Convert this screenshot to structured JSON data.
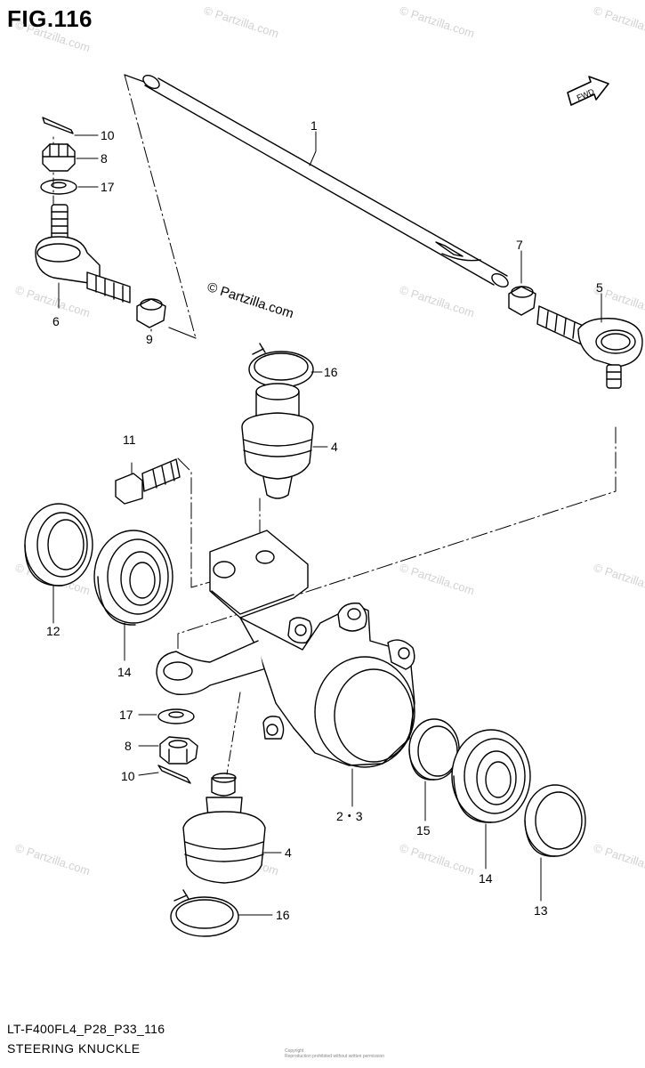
{
  "figure": {
    "title": "FIG.116",
    "model_code": "LT-F400FL4_P28_P33_116",
    "name": "STEERING KNUCKLE",
    "fwd_label": "FWD"
  },
  "watermark": {
    "brand": "© Partzilla.com",
    "copyright_line1": "Copyright",
    "copyright_line2": "Reproduction prohibited without written permission"
  },
  "callouts": {
    "c1": "1",
    "c23": "2・3",
    "c4a": "4",
    "c4b": "4",
    "c5": "5",
    "c6": "6",
    "c7": "7",
    "c8a": "8",
    "c8b": "8",
    "c9": "9",
    "c10a": "10",
    "c10b": "10",
    "c11": "11",
    "c12": "12",
    "c13": "13",
    "c14a": "14",
    "c14b": "14",
    "c15": "15",
    "c16a": "16",
    "c16b": "16",
    "c17a": "17",
    "c17b": "17"
  }
}
